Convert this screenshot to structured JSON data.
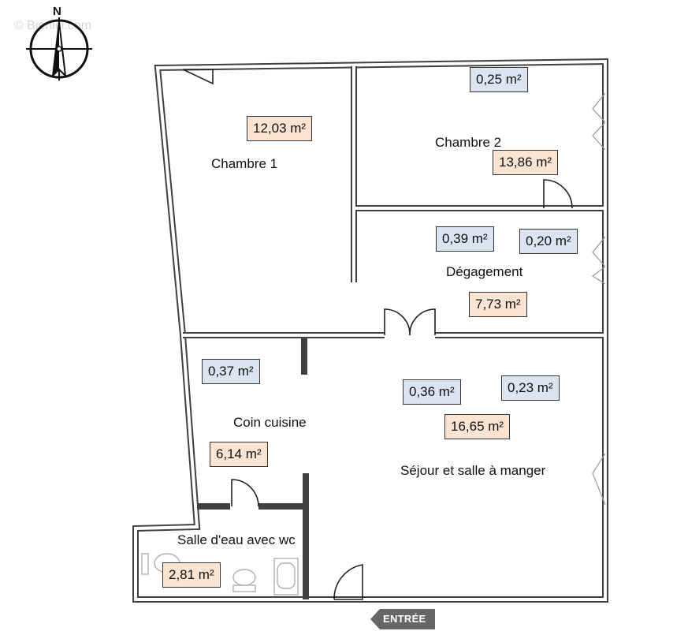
{
  "watermark": "© Bienici.com",
  "compass": {
    "label": "N"
  },
  "entry": {
    "label": "ENTRÉE",
    "color": "#666666"
  },
  "colors": {
    "main_area": "#fce4d3",
    "small_area": "#dbe5f2",
    "wall": "#404040"
  },
  "rooms": {
    "chambre1": {
      "label": "Chambre 1",
      "area": "12,03 m²"
    },
    "chambre2": {
      "label": "Chambre 2",
      "area": "13,86 m²",
      "closet_area": "0,25 m²"
    },
    "degagement": {
      "label": "Dégagement",
      "area": "7,73 m²",
      "closet1_area": "0,39 m²",
      "closet2_area": "0,20 m²"
    },
    "cuisine": {
      "label": "Coin cuisine",
      "area": "6,14 m²",
      "closet_area": "0,37 m²"
    },
    "sejour": {
      "label": "Séjour et salle à manger",
      "area": "16,65 m²",
      "closet1_area": "0,36 m²",
      "closet2_area": "0,23 m²"
    },
    "salle_eau": {
      "label": "Salle d'eau avec wc",
      "area": "2,81 m²"
    }
  }
}
